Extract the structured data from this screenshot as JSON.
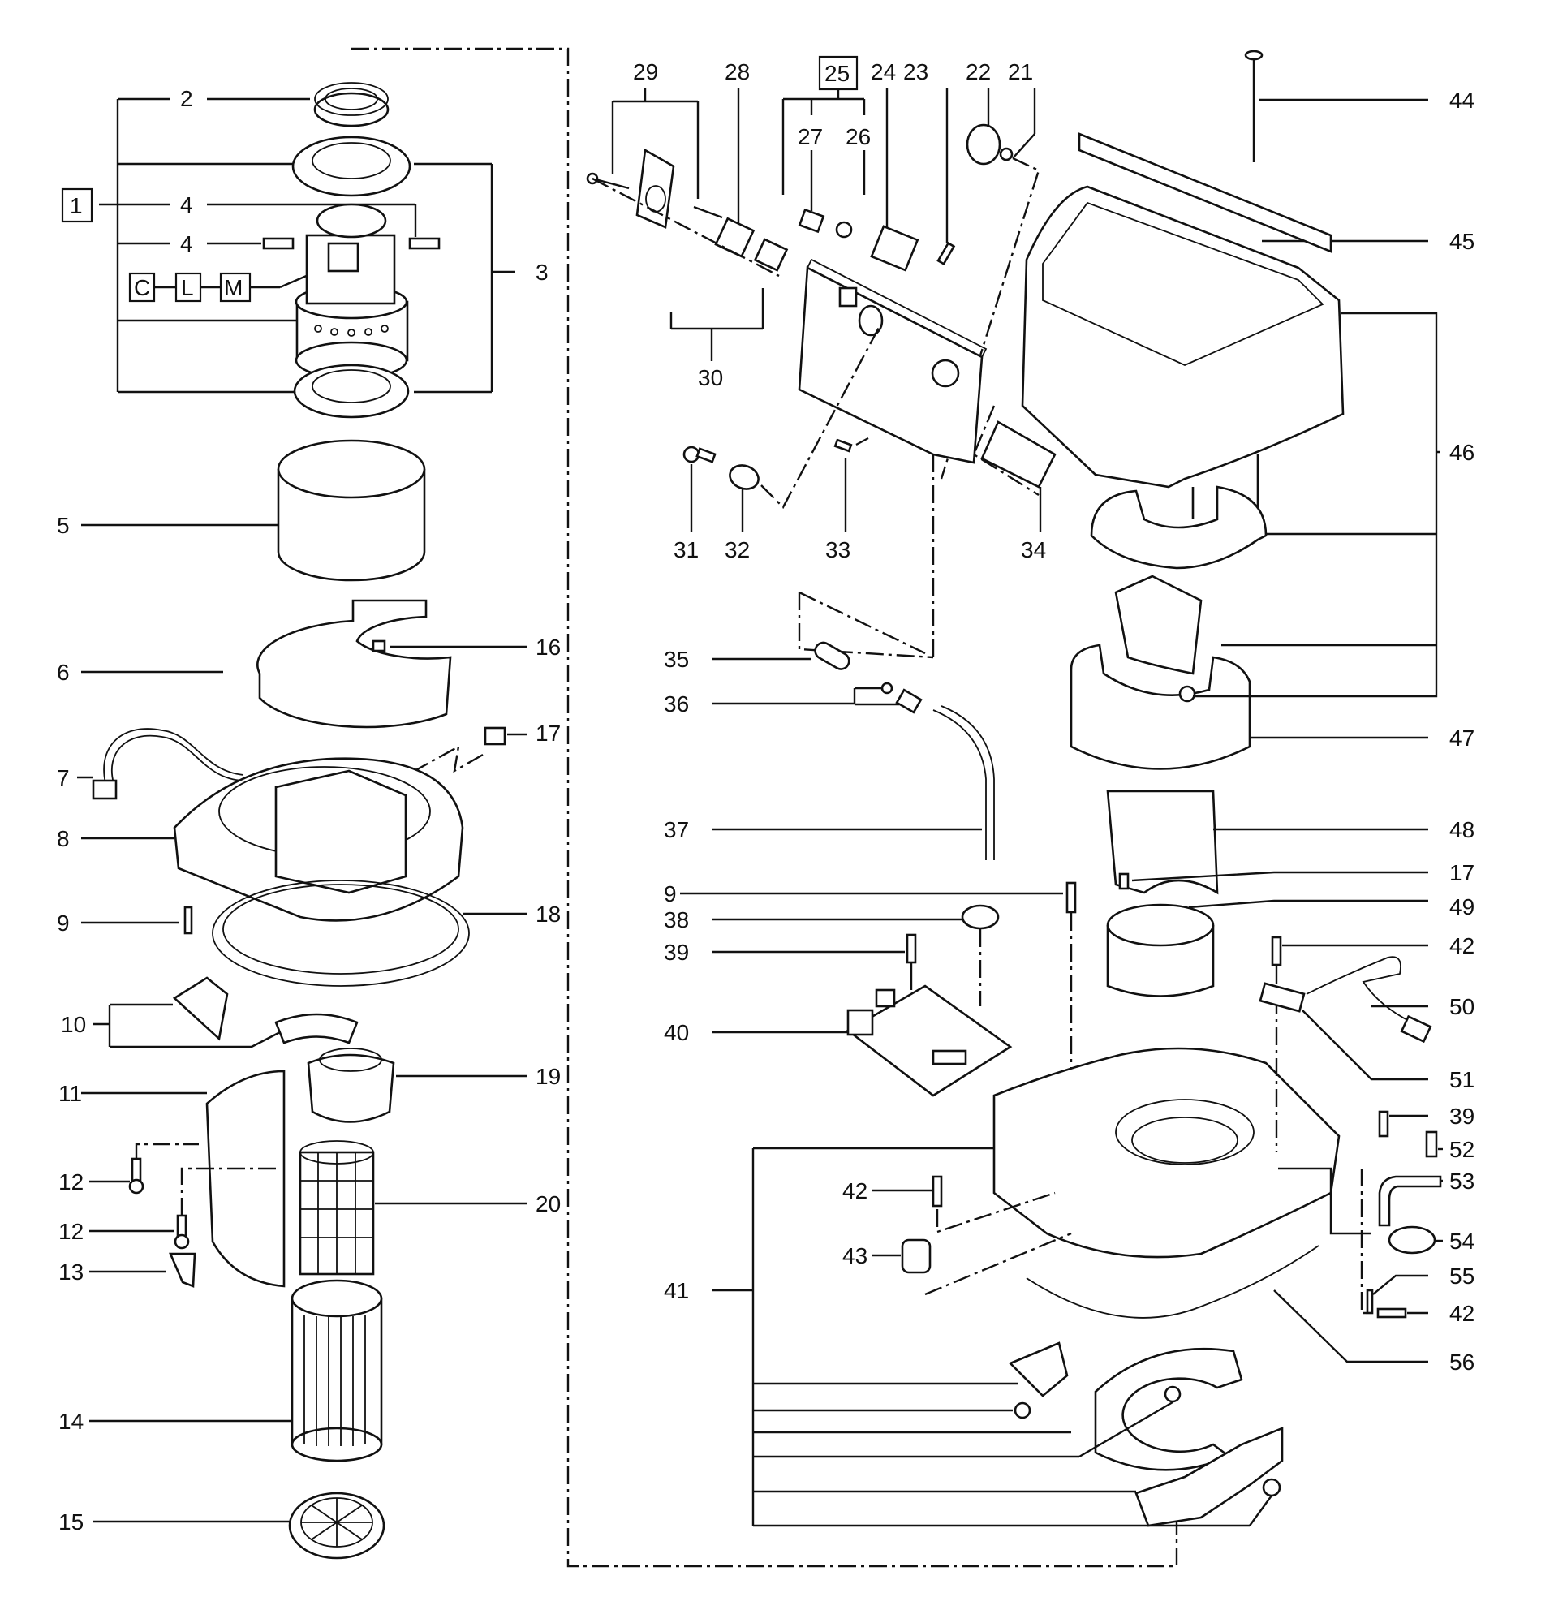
{
  "diagram": {
    "type": "exploded-parts-diagram",
    "subject": "vacuum cleaner / wet-dry extractor",
    "boxed_labels": [
      "1",
      "25"
    ],
    "variant_codes": [
      "C",
      "L",
      "M"
    ],
    "labels": {
      "l1": "1",
      "l2": "2",
      "l3": "3",
      "l4a": "4",
      "l4b": "4",
      "l5": "5",
      "l6": "6",
      "l7": "7",
      "l8": "8",
      "l9a": "9",
      "l9b": "9",
      "l10": "10",
      "l11": "11",
      "l12a": "12",
      "l12b": "12",
      "l13": "13",
      "l14": "14",
      "l15": "15",
      "l16": "16",
      "l17a": "17",
      "l17b": "17",
      "l18": "18",
      "l19": "19",
      "l20": "20",
      "l21": "21",
      "l22": "22",
      "l23": "23",
      "l24": "24",
      "l25": "25",
      "l26": "26",
      "l27": "27",
      "l28": "28",
      "l29": "29",
      "l30": "30",
      "l31": "31",
      "l32": "32",
      "l33": "33",
      "l34": "34",
      "l35": "35",
      "l36": "36",
      "l37": "37",
      "l38": "38",
      "l39a": "39",
      "l39b": "39",
      "l40": "40",
      "l41": "41",
      "l42a": "42",
      "l42b": "42",
      "l42c": "42",
      "l43": "43",
      "l44": "44",
      "l45": "45",
      "l46": "46",
      "l47": "47",
      "l48": "48",
      "l49": "49",
      "l50": "50",
      "l51": "51",
      "l52": "52",
      "l53": "53",
      "l54": "54",
      "l55": "55",
      "l56": "56",
      "cC": "C",
      "cL": "L",
      "cM": "M"
    }
  }
}
